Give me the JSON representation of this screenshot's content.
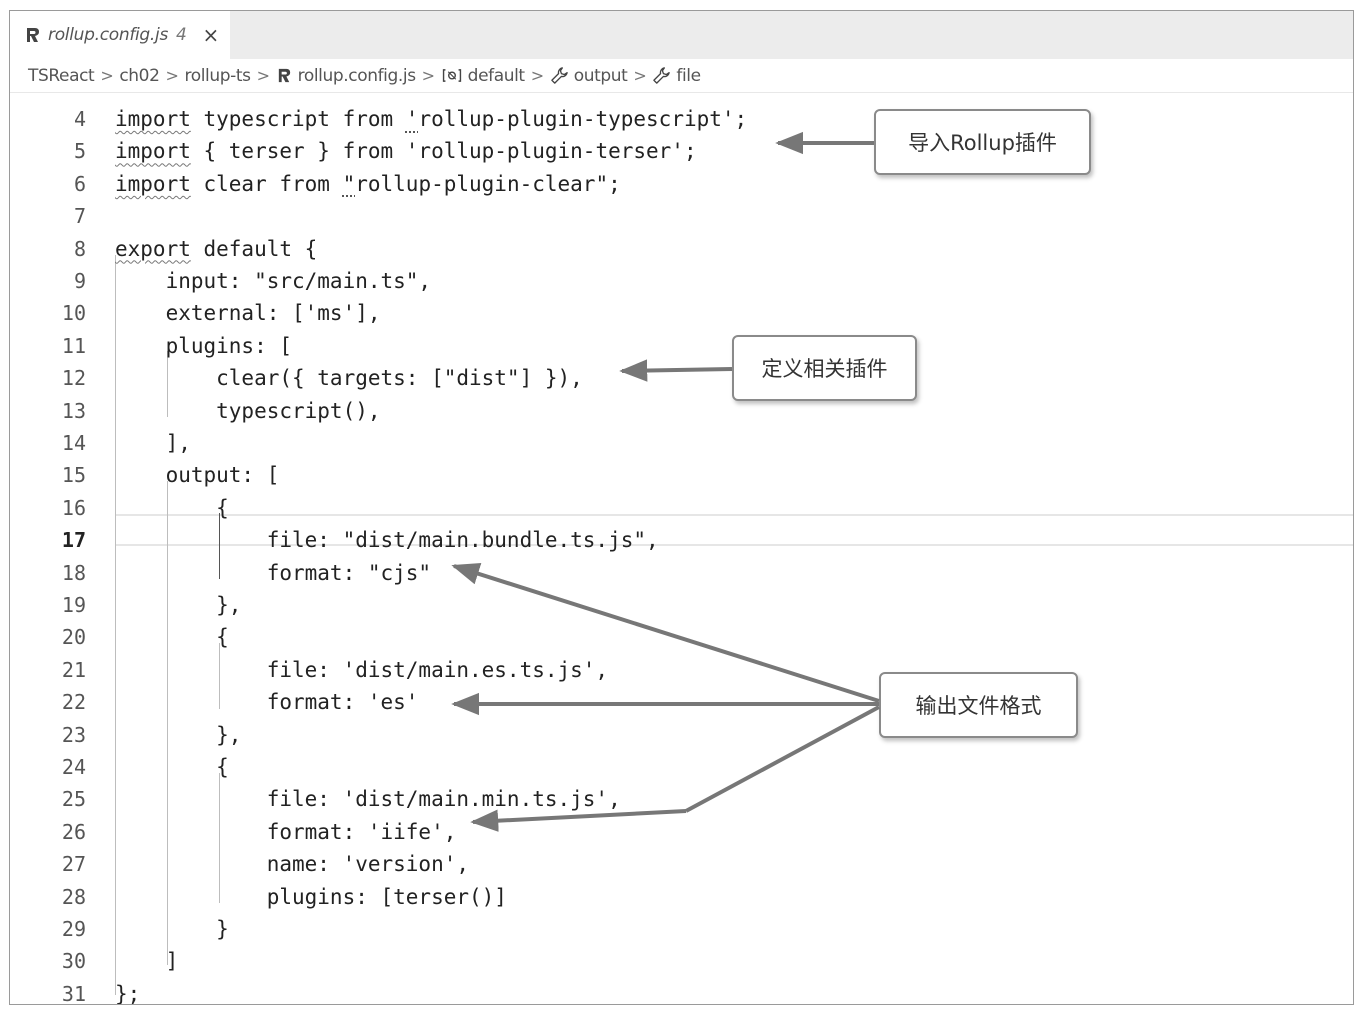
{
  "tab": {
    "label": "rollup.config.js",
    "count": "4",
    "close": "×"
  },
  "breadcrumb": {
    "items": [
      "TSReact",
      "ch02",
      "rollup-ts",
      "rollup.config.js",
      "default",
      "output",
      "file"
    ],
    "separator": ">"
  },
  "editor": {
    "active_line": "17",
    "lines": [
      {
        "n": "4",
        "text": "import typescript from 'rollup-plugin-typescript';"
      },
      {
        "n": "5",
        "text": "import { terser } from 'rollup-plugin-terser';"
      },
      {
        "n": "6",
        "text": "import clear from \"rollup-plugin-clear\";"
      },
      {
        "n": "7",
        "text": ""
      },
      {
        "n": "8",
        "text": "export default {"
      },
      {
        "n": "9",
        "text": "    input: \"src/main.ts\","
      },
      {
        "n": "10",
        "text": "    external: ['ms'],"
      },
      {
        "n": "11",
        "text": "    plugins: ["
      },
      {
        "n": "12",
        "text": "        clear({ targets: [\"dist\"] }),"
      },
      {
        "n": "13",
        "text": "        typescript(),"
      },
      {
        "n": "14",
        "text": "    ],"
      },
      {
        "n": "15",
        "text": "    output: ["
      },
      {
        "n": "16",
        "text": "        {"
      },
      {
        "n": "17",
        "text": "            file: \"dist/main.bundle.ts.js\","
      },
      {
        "n": "18",
        "text": "            format: \"cjs\""
      },
      {
        "n": "19",
        "text": "        },"
      },
      {
        "n": "20",
        "text": "        {"
      },
      {
        "n": "21",
        "text": "            file: 'dist/main.es.ts.js',"
      },
      {
        "n": "22",
        "text": "            format: 'es'"
      },
      {
        "n": "23",
        "text": "        },"
      },
      {
        "n": "24",
        "text": "        {"
      },
      {
        "n": "25",
        "text": "            file: 'dist/main.min.ts.js',"
      },
      {
        "n": "26",
        "text": "            format: 'iife',"
      },
      {
        "n": "27",
        "text": "            name: 'version',"
      },
      {
        "n": "28",
        "text": "            plugins: [terser()]"
      },
      {
        "n": "29",
        "text": "        }"
      },
      {
        "n": "30",
        "text": "    ]"
      },
      {
        "n": "31",
        "text": "};"
      }
    ]
  },
  "callouts": {
    "import_plugins": "导入Rollup插件",
    "define_plugins": "定义相关插件",
    "output_formats": "输出文件格式"
  },
  "colors": {
    "arrow": "#777777",
    "callout_border": "#8a8a8a",
    "tabbar": "#ececec"
  }
}
